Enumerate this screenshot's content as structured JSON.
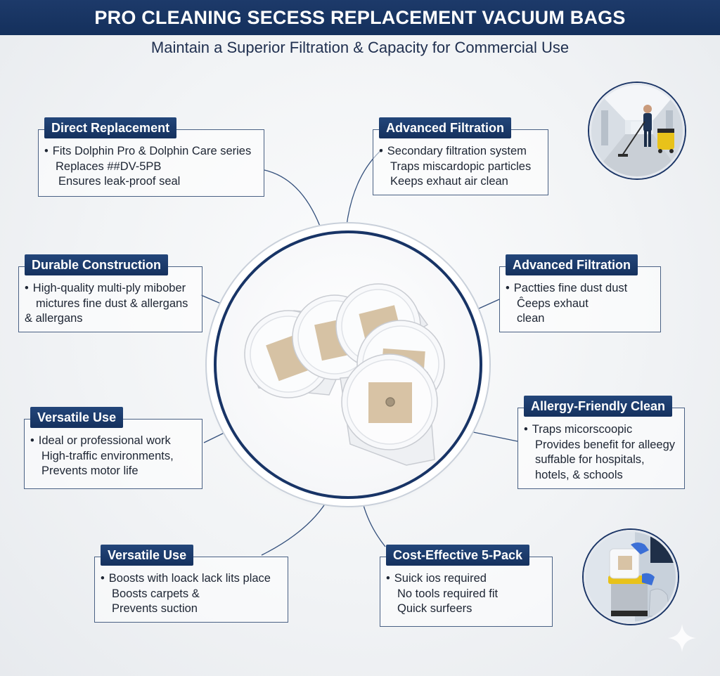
{
  "header": {
    "title": "PRO CLEANING SECESS REPLACEMENT VACUUM BAGS",
    "subtitle": "Maintain a Superior Filtration & Capacity for Commercial Use"
  },
  "cards": {
    "direct_replacement": {
      "title": "Direct Replacement",
      "lines": [
        "Fits Dolphin Pro & Dolphin Care series",
        "Replaces ##DV-5PB",
        "Ensures leak-proof seal"
      ]
    },
    "advanced_filtration_top": {
      "title": "Advanced Filtration",
      "lines": [
        "Secondary filtration system",
        "Traps miscardopic particles",
        "Keeps exhaut air clean"
      ]
    },
    "durable_construction": {
      "title": "Durable Construction",
      "lines": [
        "High-quality multi-ply mibober",
        "mictures fine dust & allergans",
        "& allergans"
      ]
    },
    "advanced_filtration_right": {
      "title": "Advanced Filtration",
      "lines": [
        "Pactties fine dust dust",
        "Ĉeeps exhaut",
        "clean"
      ]
    },
    "versatile_use_left": {
      "title": "Versatile Use",
      "lines": [
        "Ideal or professional work",
        "High-traffic environments,",
        "Prevents motor life"
      ]
    },
    "allergy_friendly": {
      "title": "Allergy-Friendly Clean",
      "lines": [
        "Traps micorscoopic",
        "Provides benefit for alleegy",
        "suffable for hospitals,",
        "hotels, & schools"
      ]
    },
    "versatile_use_bottom": {
      "title": "Versatile Use",
      "lines": [
        "Boosts with loack lack lits place",
        "Boosts carpets &",
        "Prevents suction"
      ]
    },
    "cost_effective": {
      "title": "Cost-Effective 5-Pack",
      "lines": [
        "Suick ios required",
        "No tools required fit",
        "Quick surfeers"
      ]
    }
  },
  "colors": {
    "navy": "#14305c",
    "bag_white": "#f7f8fa",
    "bag_patch": "#d8c3a5",
    "vacuum_yellow": "#e8c21a",
    "glove_blue": "#3b6fd6"
  },
  "icons": {
    "hero": "vacuum-bags-stack-image",
    "photo_top": "janitor-vacuuming-hallway-photo",
    "photo_bottom": "gloved-hands-changing-bag-photo",
    "corner": "sparkle-icon"
  }
}
